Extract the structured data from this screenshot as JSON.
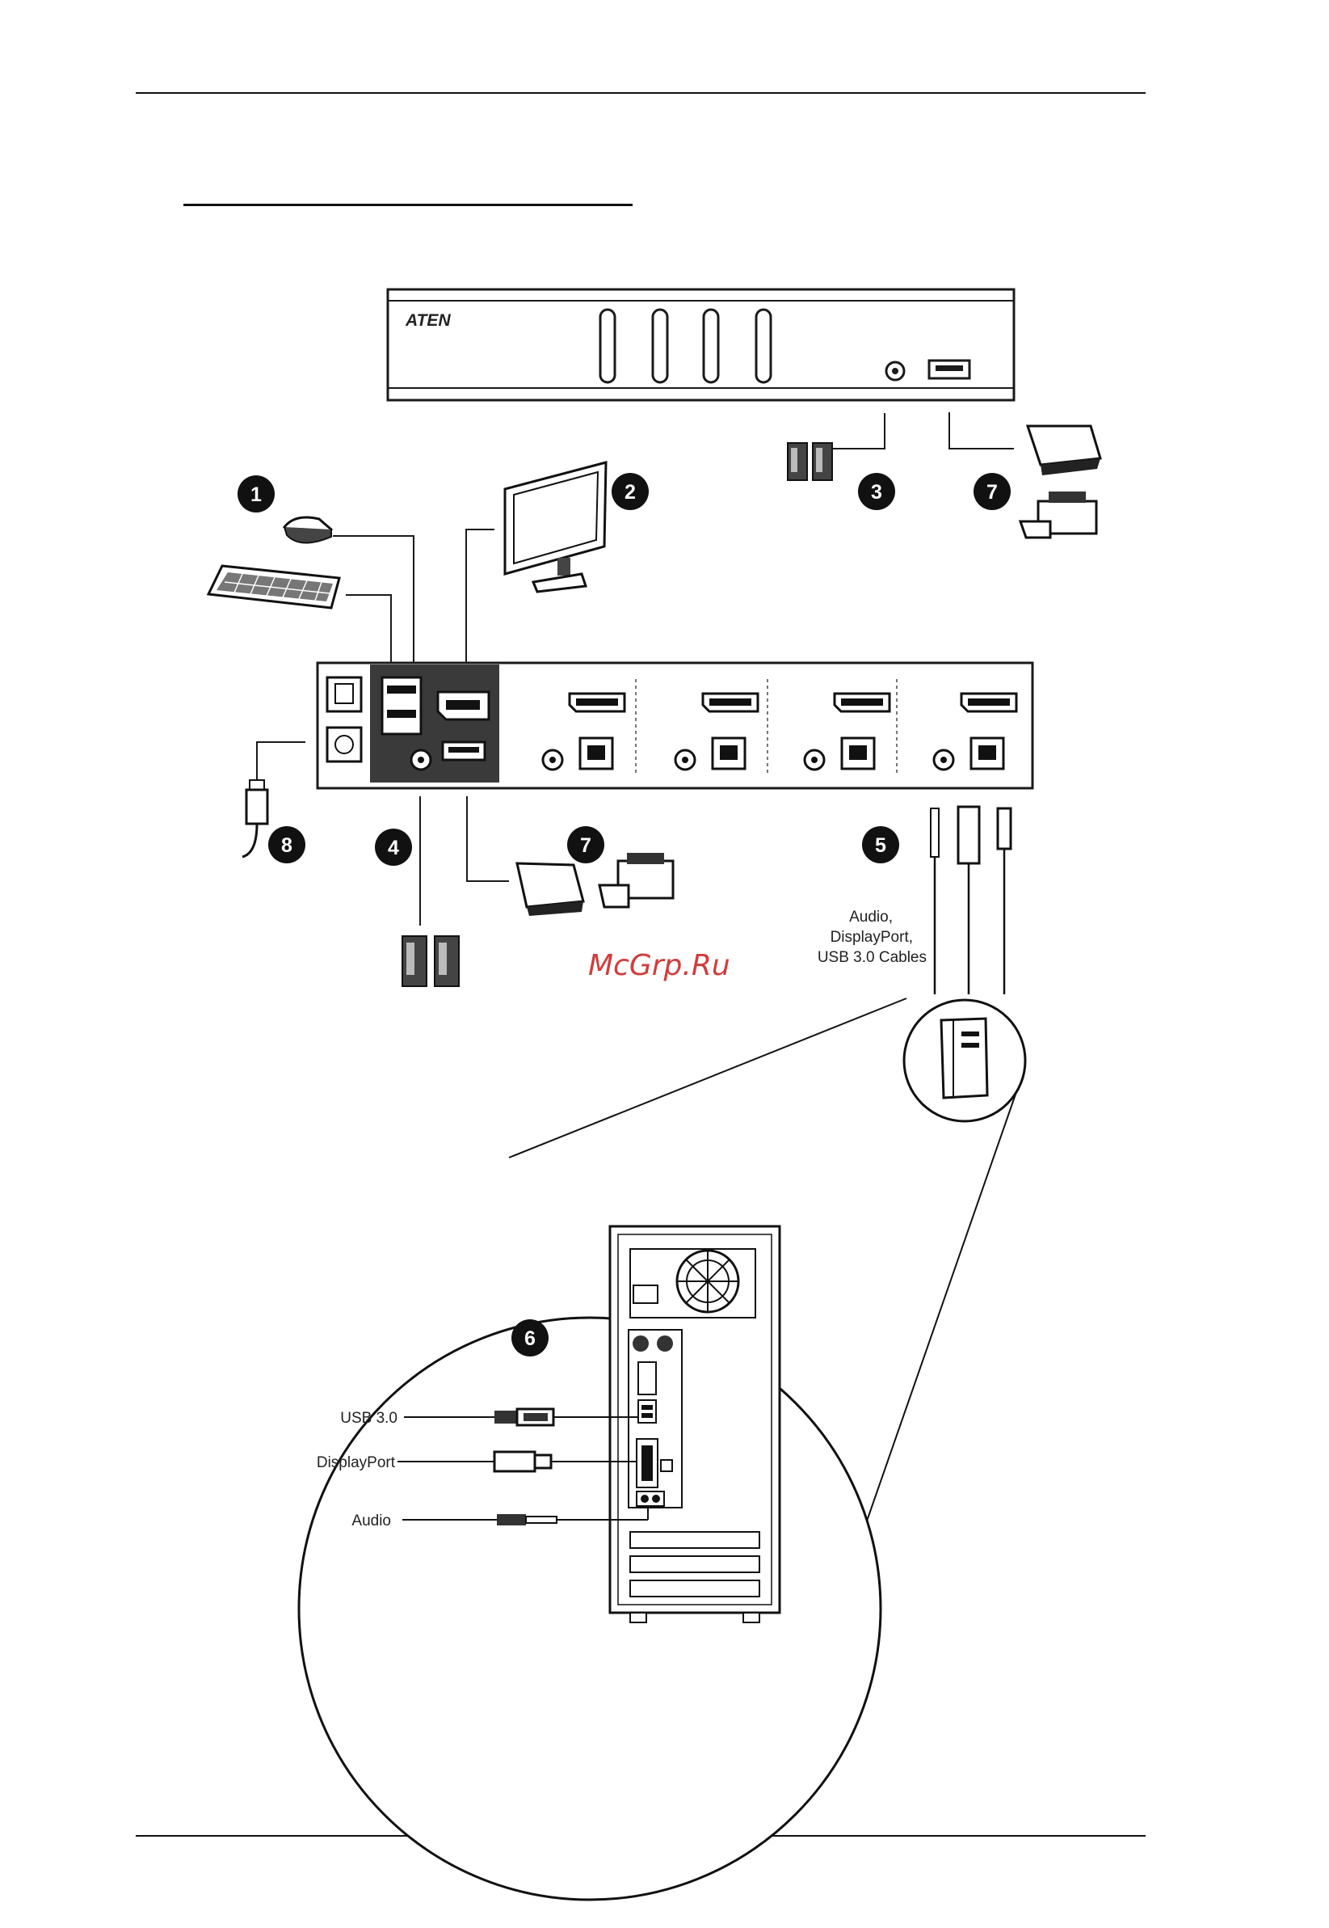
{
  "brand": "ATEN",
  "callouts": {
    "c1": "1",
    "c2": "2",
    "c3": "3",
    "c4": "4",
    "c5": "5",
    "c6": "6",
    "c7a": "7",
    "c7b": "7",
    "c8": "8"
  },
  "cables_label": {
    "line1": "Audio,",
    "line2": "DisplayPort,",
    "line3": "USB 3.0 Cables"
  },
  "pc_ports": {
    "usb": "USB 3.0",
    "displayport": "DisplayPort",
    "audio": "Audio"
  },
  "watermark": "McGrp.Ru",
  "colors": {
    "line": "#1a1a1a",
    "callout_fill": "#111111",
    "panel_dark": "#3a3a3a",
    "watermark": "#d23c3c"
  }
}
